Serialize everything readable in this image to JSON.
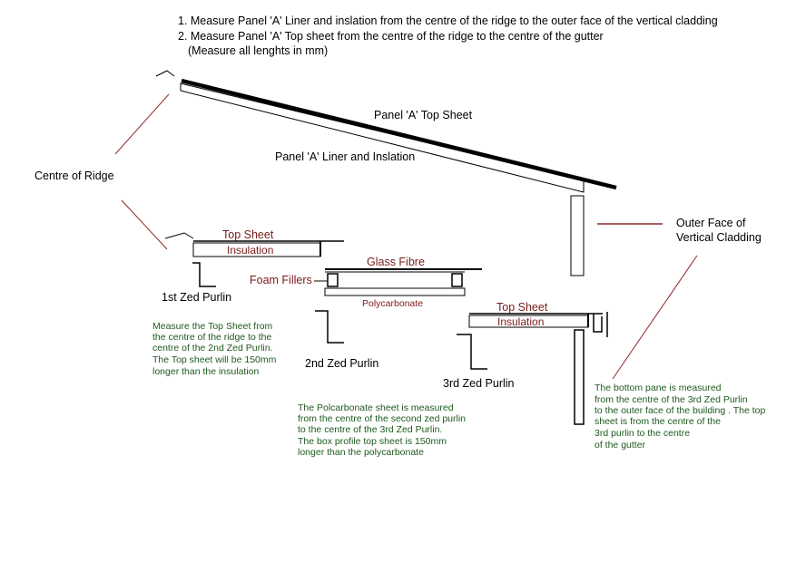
{
  "colors": {
    "ink": "#000000",
    "leader": "#8b2a2a",
    "label_red": "#7a1a1a",
    "note_green": "#1e5a1e"
  },
  "instructions": {
    "line1": "1. Measure Panel 'A' Liner and inslation from the centre of the ridge to the outer face of the vertical cladding",
    "line2": "2. Measure Panel 'A' Top sheet from the centre of the ridge to the centre of the gutter",
    "line3": "(Measure all lenghts in mm)"
  },
  "labels": {
    "panel_top_sheet": "Panel 'A' Top Sheet",
    "panel_liner": "Panel 'A' Liner and Inslation",
    "centre_of_ridge": "Centre of Ridge",
    "outer_face_1": "Outer Face of",
    "outer_face_2": "Vertical Cladding",
    "top_sheet_1": "Top Sheet",
    "insulation_1": "Insulation",
    "glass_fibre": "Glass Fibre",
    "foam_fillers": "Foam Fillers",
    "polycarbonate": "Polycarbonate",
    "top_sheet_2": "Top Sheet",
    "insulation_2": "Insulation",
    "purlin_1": "1st Zed Purlin",
    "purlin_2": "2nd Zed Purlin",
    "purlin_3": "3rd Zed Purlin"
  },
  "notes": {
    "note1": [
      "Measure the Top Sheet from",
      "the centre of the ridge to the",
      "centre of the 2nd Zed Purlin.",
      "The Top sheet will be 150mm",
      "longer than the insulation"
    ],
    "note2": [
      "The Polcarbonate sheet is measured",
      "from the centre of the second zed purlin",
      "to the centre of the 3rd Zed Purlin.",
      "The box profile top sheet is 150mm",
      "longer than the polycarbonate"
    ],
    "note3": [
      "The bottom pane is measured",
      "from the centre of the 3rd Zed Purlin",
      "to the outer face of the building . The top",
      "sheet is from the centre of the",
      "3rd purlin to the centre",
      "of the gutter"
    ]
  }
}
